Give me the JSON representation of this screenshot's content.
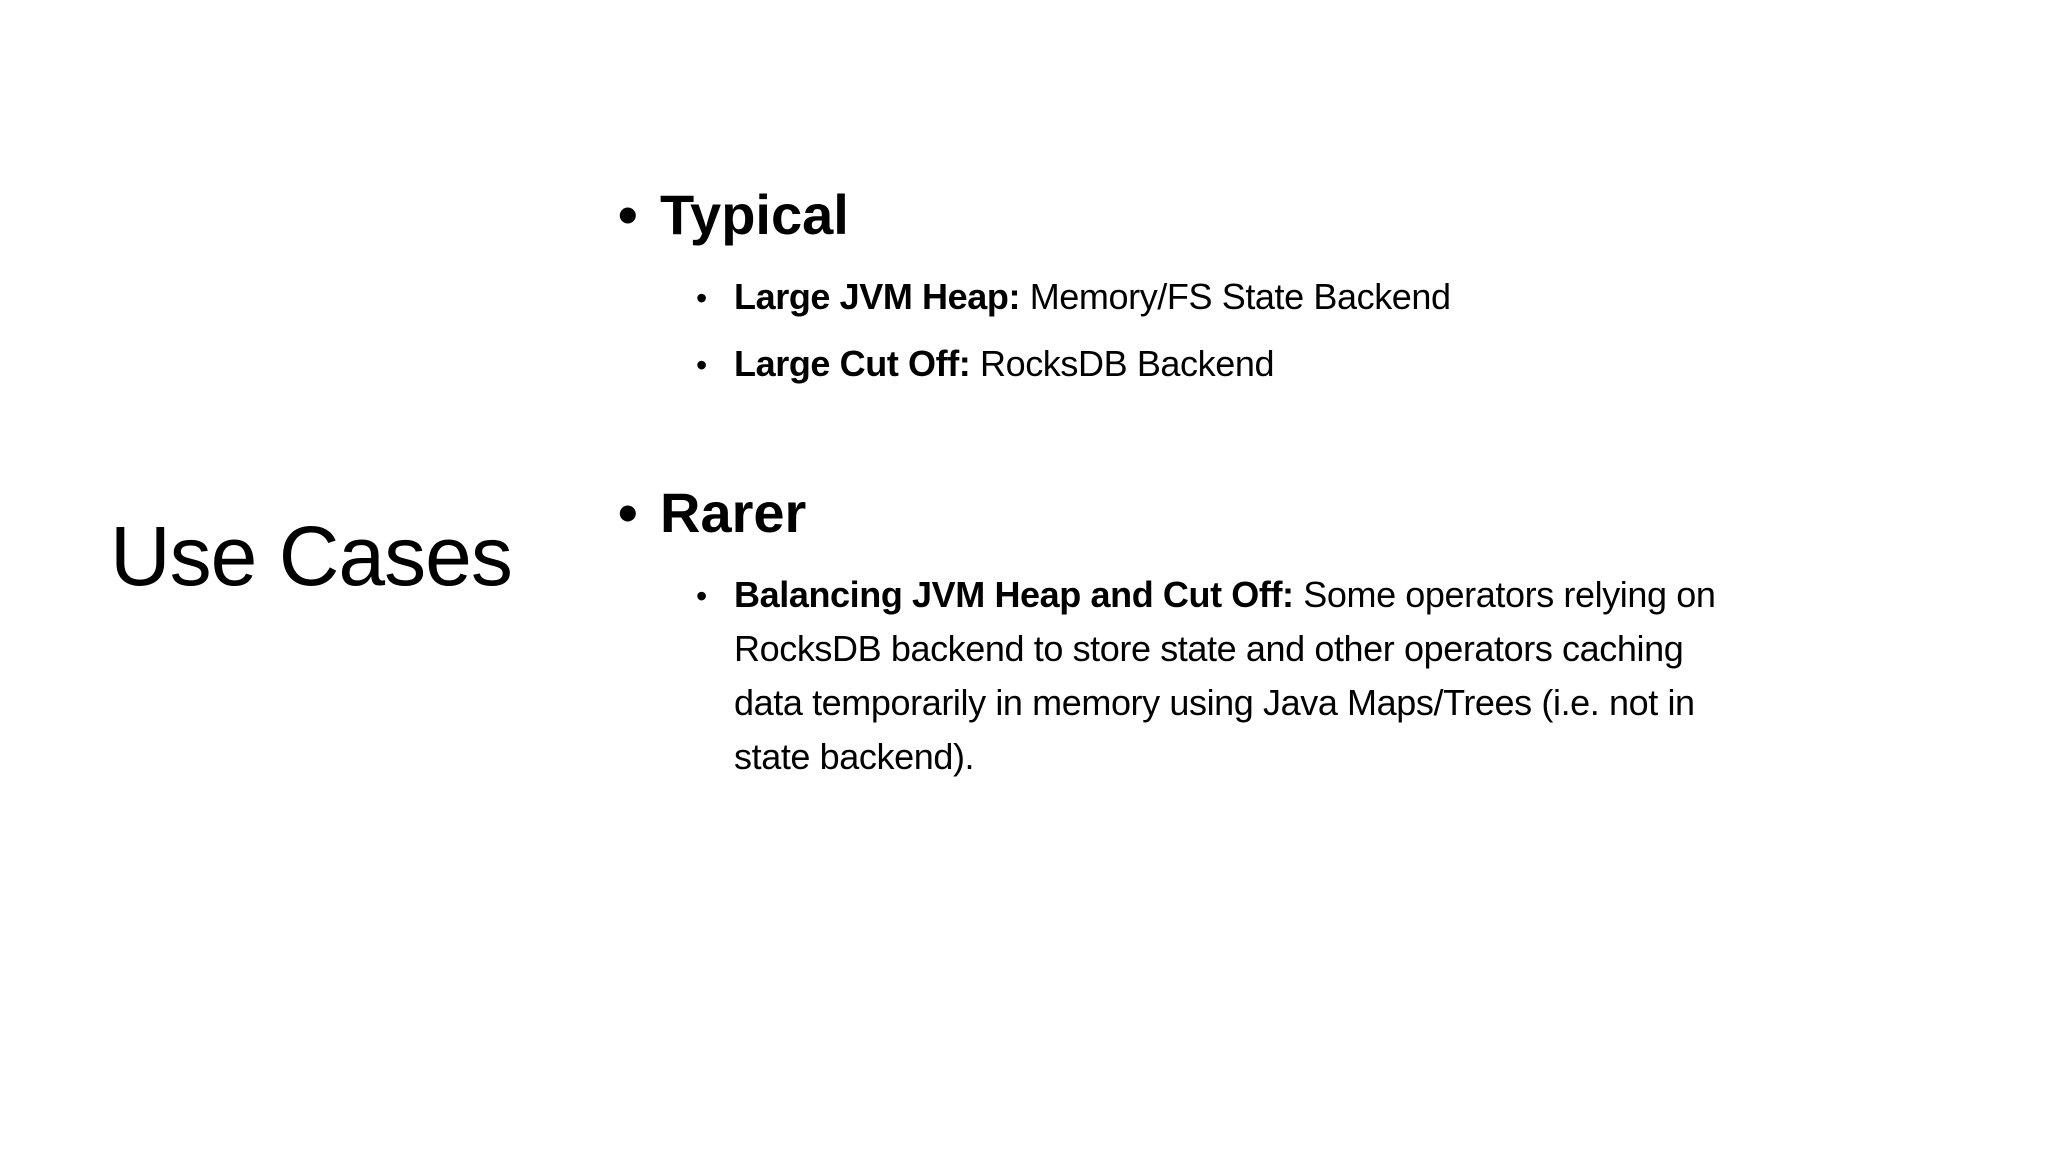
{
  "slide": {
    "title": "Use Cases",
    "bullets": {
      "level1_char": "•",
      "level2_char": "•"
    },
    "sections": [
      {
        "heading": "Typical",
        "items": [
          {
            "lead": "Large JVM Heap:",
            "rest": " Memory/FS State Backend"
          },
          {
            "lead": "Large Cut Off:",
            "rest": " RocksDB Backend"
          }
        ]
      },
      {
        "heading": "Rarer",
        "items": [
          {
            "lead": "Balancing JVM Heap and Cut Off:",
            "rest": " Some operators relying on RocksDB backend to store state and other operators caching data temporarily in memory using Java Maps/Trees (i.e. not in state backend)."
          }
        ]
      }
    ]
  }
}
